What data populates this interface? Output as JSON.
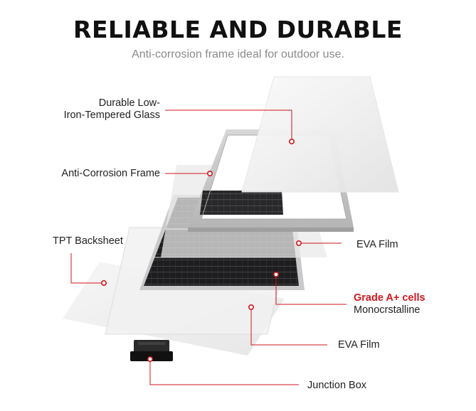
{
  "header": {
    "title": "RELIABLE AND DURABLE",
    "subtitle": "Anti-corrosion frame ideal for outdoor use."
  },
  "labels": {
    "glass_line1": "Durable Low-",
    "glass_line2": "Iron-Tempered Glass",
    "frame": "Anti-Corrosion Frame",
    "backsheet": "TPT Backsheet",
    "eva_top": "EVA Film",
    "cells_highlight": "Grade A+ cells",
    "cells_sub": "Monocrstalline",
    "eva_bottom": "EVA Film",
    "junction_box": "Junction Box"
  },
  "colors": {
    "accent": "#d0161c",
    "title": "#111111",
    "subtitle": "#8a8a8a",
    "leader": "#d0161c"
  }
}
